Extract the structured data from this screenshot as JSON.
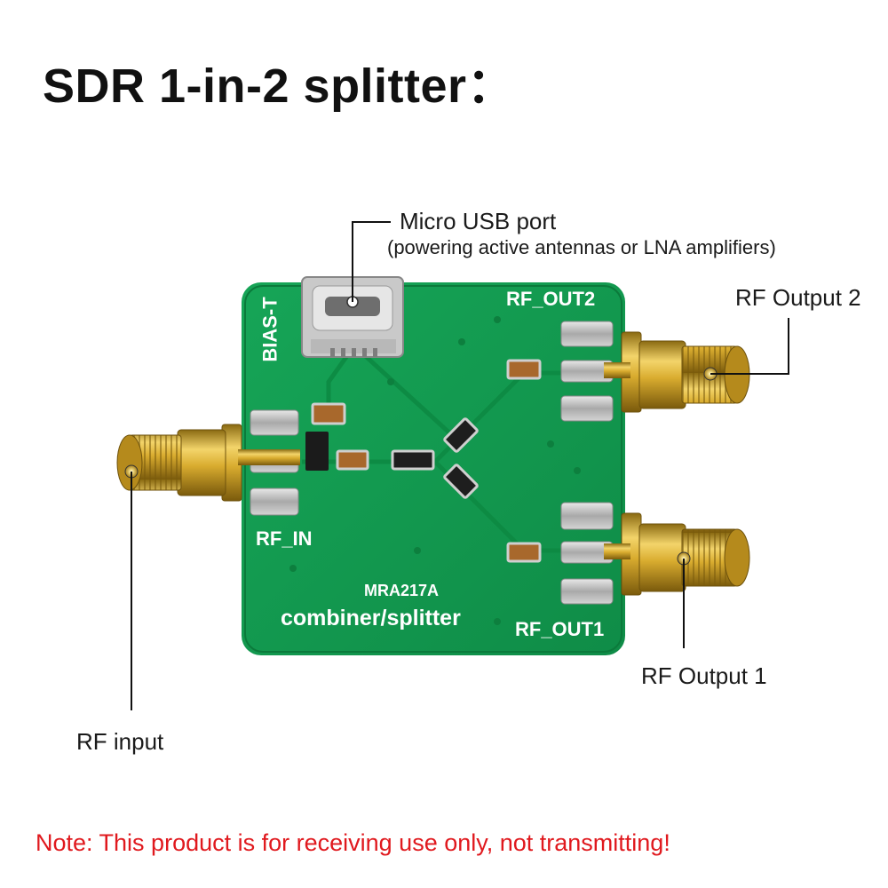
{
  "title": "SDR 1-in-2 splitter：",
  "callouts": {
    "usb_port": "Micro USB port",
    "usb_port_note": "(powering active antennas or LNA amplifiers)",
    "rf_output_2": "RF Output 2",
    "rf_output_1": "RF Output 1",
    "rf_input": "RF input"
  },
  "board_silkscreen": {
    "bias_t": "BIAS-T",
    "rf_out2": "RF_OUT2",
    "rf_in": "RF_IN",
    "chip": "MRA217A",
    "function": "combiner/splitter",
    "rf_out1": "RF_OUT1"
  },
  "note": "Note: This product is for receiving use only, not transmitting!",
  "colors": {
    "pcb": "#139a4f",
    "gold": "#d4a72c",
    "note": "#e0191e"
  }
}
